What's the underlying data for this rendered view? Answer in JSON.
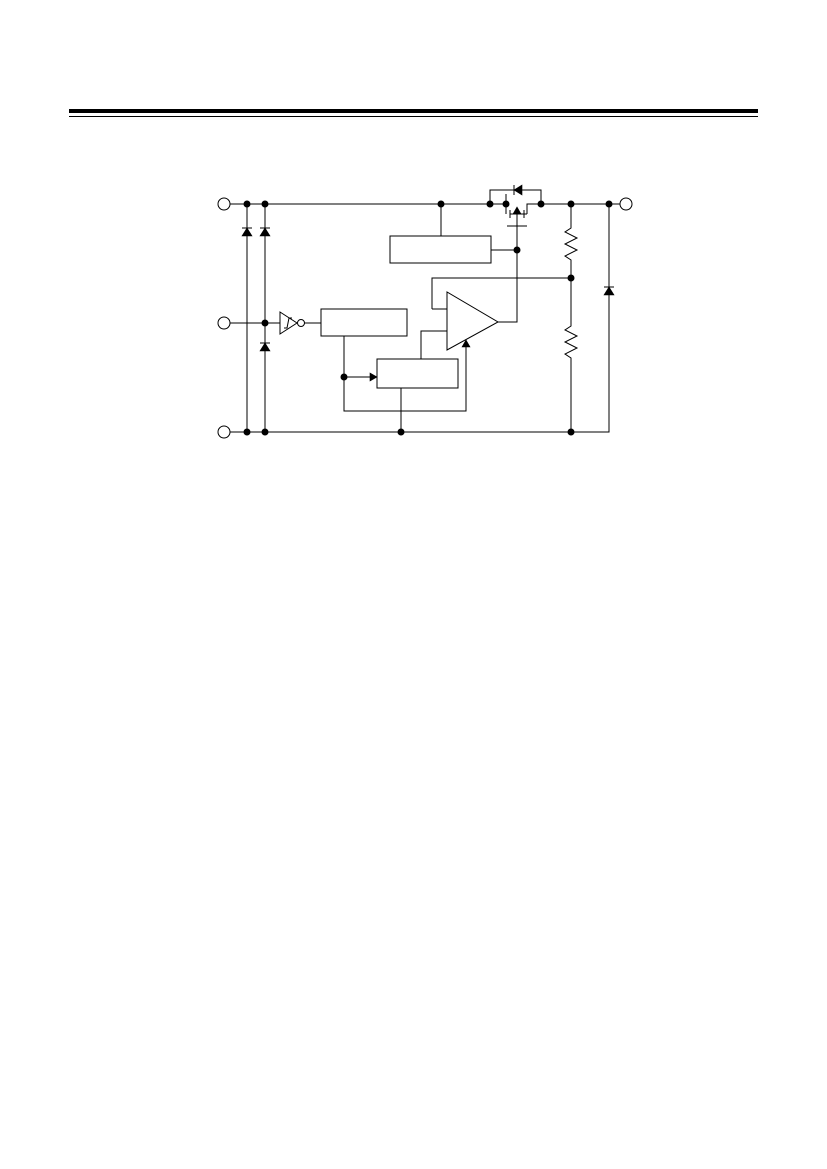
{
  "page": {
    "header_rules": [
      "thick",
      "thin"
    ]
  },
  "diagram": {
    "kind": "block-schematic",
    "terminals": [
      "input-terminal",
      "control-terminal",
      "ground-terminal",
      "output-terminal"
    ],
    "blocks": [
      "upper-block",
      "middle-block",
      "lower-block"
    ],
    "components": [
      "pass-mosfet",
      "body-diode",
      "error-amplifier",
      "schmitt-inverter",
      "feedback-resistor-top",
      "feedback-resistor-bottom",
      "output-diode",
      "protection-diodes"
    ]
  }
}
